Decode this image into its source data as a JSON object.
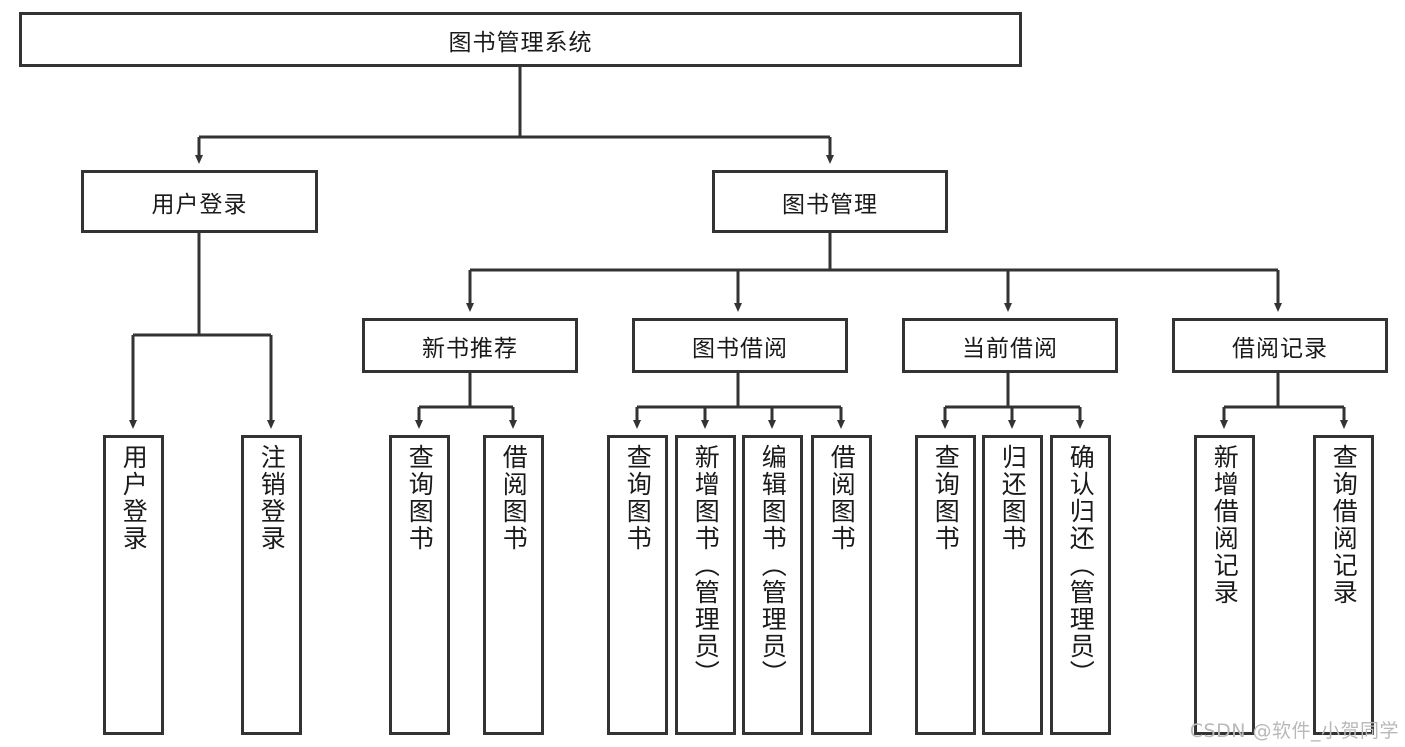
{
  "diagram": {
    "title": "图书管理系统",
    "type": "function-hierarchy-tree",
    "root": {
      "label": "图书管理系统"
    },
    "level1": [
      {
        "label": "用户登录"
      },
      {
        "label": "图书管理"
      }
    ],
    "level2": [
      {
        "label": "新书推荐"
      },
      {
        "label": "图书借阅"
      },
      {
        "label": "当前借阅"
      },
      {
        "label": "借阅记录"
      }
    ],
    "leaves": {
      "user_login": [
        {
          "label": "用户登录"
        },
        {
          "label": "注销登录"
        }
      ],
      "new_book_recommend": [
        {
          "label": "查询图书"
        },
        {
          "label": "借阅图书"
        }
      ],
      "book_borrow": [
        {
          "label": "查询图书"
        },
        {
          "label": "新增图书（管理员）"
        },
        {
          "label": "编辑图书（管理员）"
        },
        {
          "label": "借阅图书"
        }
      ],
      "current_borrow": [
        {
          "label": "查询图书"
        },
        {
          "label": "归还图书"
        },
        {
          "label": "确认归还（管理员）"
        }
      ],
      "borrow_record": [
        {
          "label": "新增借阅记录"
        },
        {
          "label": "查询借阅记录"
        }
      ]
    }
  },
  "watermark": {
    "text": "CSDN @软件_小贺同学"
  },
  "colors": {
    "stroke": "#333333",
    "background": "#ffffff",
    "text": "#1a1a1a",
    "watermark": "#b9b9b9"
  }
}
